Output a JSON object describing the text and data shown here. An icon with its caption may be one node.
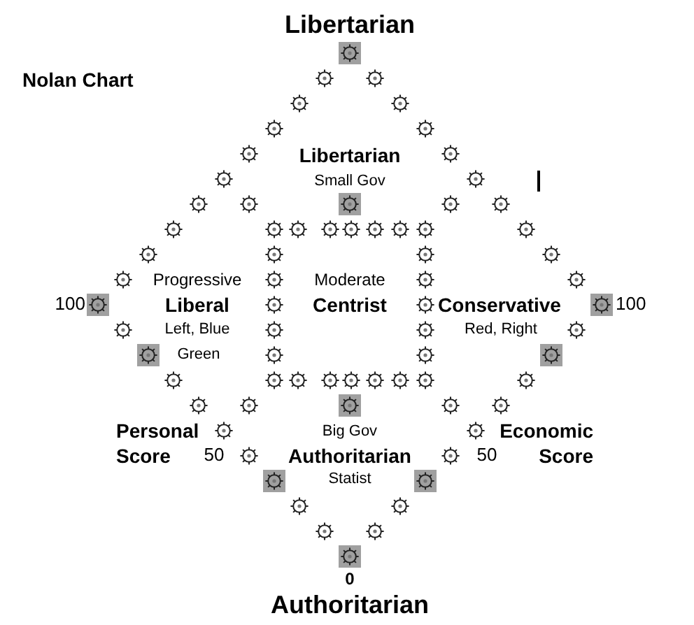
{
  "diagram": {
    "title": "Nolan Chart",
    "labels": [
      "Libertarian",
      "Libertarian",
      "Small Gov",
      "Progressive",
      "Moderate",
      "100",
      "Liberal",
      "Centrist",
      "Conservative",
      "100",
      "Left, Blue",
      "Red, Right",
      "Green",
      "Personal Score",
      "Big Gov",
      "Economic Score",
      "50",
      "Authoritarian",
      "50",
      "Statist",
      "0",
      "Authoritarian"
    ]
  }
}
